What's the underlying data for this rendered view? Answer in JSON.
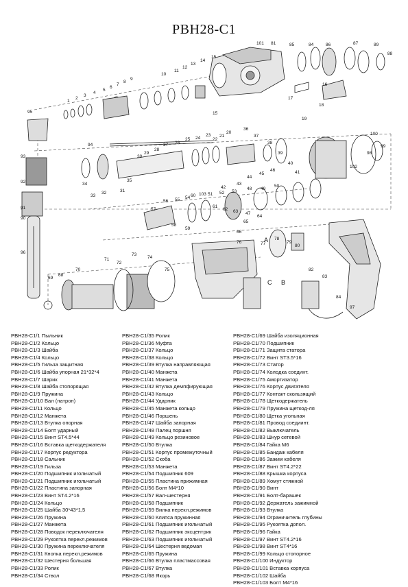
{
  "title": "PBH28-C1",
  "callouts": [
    "1",
    "2",
    "3",
    "4",
    "5",
    "6",
    "7",
    "8",
    "9",
    "10",
    "11",
    "12",
    "13",
    "14",
    "15",
    "16",
    "17",
    "18",
    "19",
    "20",
    "21",
    "22",
    "23",
    "24",
    "25",
    "26",
    "27",
    "28",
    "29",
    "30",
    "31",
    "32",
    "33",
    "34",
    "35",
    "36",
    "37",
    "38",
    "39",
    "40",
    "41",
    "42",
    "43",
    "44",
    "45",
    "46",
    "47",
    "48",
    "49",
    "50",
    "51",
    "52",
    "53",
    "54",
    "55",
    "56",
    "57",
    "58",
    "59",
    "60",
    "61",
    "62",
    "63",
    "64",
    "65",
    "66",
    "67",
    "68",
    "69",
    "70",
    "71",
    "72",
    "73",
    "74",
    "75",
    "76",
    "77",
    "78",
    "79",
    "80",
    "81",
    "82",
    "83",
    "84",
    "85",
    "86",
    "87",
    "88",
    "89",
    "90",
    "91",
    "92",
    "93",
    "94",
    "95",
    "96",
    "97",
    "98",
    "99",
    "100",
    "101",
    "102",
    "103"
  ],
  "ref_letters": [
    "A",
    "B",
    "C"
  ],
  "parts": {
    "col1": [
      "PBH28-C1/1 Пыльник",
      "PBH28-C1/2 Кольцо",
      "PBH28-C1/3 Шайба",
      "PBH28-C1/4 Кольцо",
      "PBH28-C1/5 Гильза защитная",
      "PBH28-C1/6 Шайба упорная 21*32*4",
      "PBH28-C1/7 Шарик",
      "PBH28-C1/8 Шайба стопорящая",
      "PBH28-C1/9 Пружина",
      "PBH28-C1/10 Вал (патрон)",
      "PBH28-C1/11 Кольцо",
      "PBH28-C1/12 Манжета",
      "PBH28-C1/13 Втулка опорная",
      "PBH28-C1/14 Болт ударный",
      "PBH28-C1/15 Винт ST4.5*44",
      "PBH28-C1/16 Вставка щеткодержателя",
      "PBH28-C1/17 Корпус редуктора",
      "PBH28-C1/18 Сальник",
      "PBH28-C1/19 Гильза",
      "PBH28-C1/20 Подшипник игольчатый",
      "PBH28-C1/21 Подшипник игольчатый",
      "PBH28-C1/22 Пластина запорная",
      "PBH28-C1/23 Винт ST4.2*16",
      "PBH28-C1/24 Кольцо",
      "PBH28-C1/25 Шайба 30*43*1,5",
      "PBH28-C1/26 Пружина",
      "PBH28-C1/27 Манжета",
      "PBH28-C1/28 Поводок переключателя",
      "PBH28-C1/29 Рукоятка перекл.режимов",
      "PBH28-C1/30 Пружина переключателя",
      "PBH28-C1/31 Кнопка перекл.режимов",
      "PBH28-C1/32 Шестерня большая",
      "PBH28-C1/33 Ролик",
      "PBH28-C1/34 Ствол"
    ],
    "col2": [
      "PBH28-C1/35 Ролик",
      "PBH28-C1/36 Муфта",
      "PBH28-C1/37 Кольцо",
      "PBH28-C1/38 Кольцо",
      "PBH28-C1/39 Втулка направляющая",
      "PBH28-C1/40 Манжета",
      "PBH28-C1/41 Манжета",
      "PBH28-C1/42 Втулка демпфирующая",
      "PBH28-C1/43 Кольцо",
      "PBH28-C1/44 Ударник",
      "PBH28-C1/45 Манжета кольцо",
      "PBH28-C1/46 Поршень",
      "PBH28-C1/47 Шайба запорная",
      "PBH28-C1/48 Палец поршня",
      "PBH28-C1/49 Кольцо резиновое",
      "PBH28-C1/50 Втулка",
      "PBH28-C1/51 Корпус промежуточный",
      "PBH28-C1/52 Скоба",
      "PBH28-C1/53 Манжета",
      "PBH28-C1/54 Подшипник 609",
      "PBH28-C1/55 Пластина прижимная",
      "PBH28-C1/56 Болт M4*10",
      "PBH28-C1/57 Вал-шестерня",
      "PBH28-C1/58 Подшипник",
      "PBH28-C1/59 Вилка перекл.режимов",
      "PBH28-C1/60 Клипса пружинная",
      "PBH28-C1/61 Подшипник игольчатый",
      "PBH28-C1/62 Подшипник эксцентрик",
      "PBH28-C1/63 Подшипник игольчатый",
      "PBH28-C1/64 Шестерня ведомая",
      "PBH28-C1/65 Пружина",
      "PBH28-C1/66 Втулка пластмассовая",
      "PBH28-C1/67 Втулка",
      "PBH28-C1/68 Якорь"
    ],
    "col3": [
      "PBH28-C1/69 Шайба изоляционная",
      "PBH28-C1/70 Подшипник",
      "PBH28-C1/71 Защита статора",
      "PBH28-C1/72 Винт ST3.5*16",
      "PBH28-C1/73 Статор",
      "PBH28-C1/74 Колодка соединт.",
      "PBH28-C1/75 Амортизатор",
      "PBH28-C1/76 Корпус двигателя",
      "PBH28-C1/77 Контакт скользящий",
      "PBH28-C1/78 Щеткодержатель",
      "PBH28-C1/79 Пружина щеткод-ля",
      "PBH28-C1/80 Щетка угольная",
      "PBH28-C1/81 Провод соедиинт.",
      "PBH28-C1/82 Выключатель",
      "PBH28-C1/83 Шнур сетевой",
      "PBH28-C1/84 Гайка M6",
      "PBH28-C1/85 Бандаж кабеля",
      "PBH28-C1/86 Зажим кабеля",
      "PBH28-C1/87 Винт ST4.2*22",
      "PBH28-C1/88 Крышка корпуса",
      "PBH28-C1/89 Хомут стяжной",
      "PBH28-C1/90 Винт",
      "PBH28-C1/91 Болт-барашек",
      "PBH28-C1/92 Держатель зажимной",
      "PBH28-C1/93 Втулка",
      "PBH28-C1/94 Ограничитель глубины",
      "PBH28-C1/95 Рукоятка допол.",
      "PBH28-C1/96 Гайка",
      "PBH28-C1/97 Винт ST4.2*16",
      "PBH28-C1/98 Винт ST4*16",
      "PBH28-C1/99 Кольцо стопорное",
      "PBH28-C1/100 Индуктор",
      "PBH28-C1/101 Вставка корпуса",
      "PBH28-C1/102 Шайба",
      "PBH28-C1/103 Болт M4*16"
    ]
  }
}
